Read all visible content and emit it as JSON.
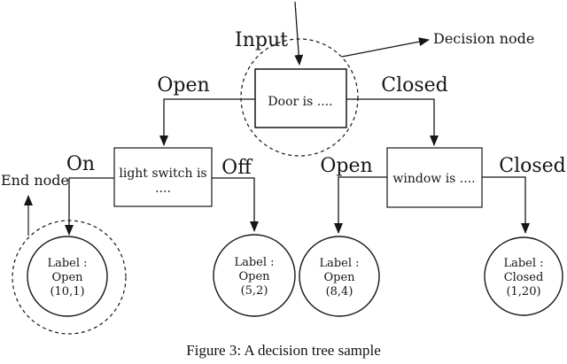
{
  "caption": "Figure 3: A decision tree sample",
  "annotations": {
    "input": "Input",
    "decision_node": "Decision node",
    "end_node": "End node"
  },
  "nodes": {
    "door": {
      "label": "Door is ...."
    },
    "light_switch": {
      "label_line1": "light switch is",
      "label_line2": "...."
    },
    "window": {
      "label": "window is ...."
    }
  },
  "edges": {
    "door_open": "Open",
    "door_closed": "Closed",
    "switch_on": "On",
    "switch_off": "Off",
    "window_open": "Open",
    "window_closed": "Closed"
  },
  "leaves": {
    "switch_on": {
      "line1": "Label :",
      "line2": "Open",
      "line3": "(10,1)"
    },
    "switch_off": {
      "line1": "Label :",
      "line2": "Open",
      "line3": "(5,2)"
    },
    "window_open": {
      "line1": "Label :",
      "line2": "Open",
      "line3": "(8,4)"
    },
    "window_closed": {
      "line1": "Label :",
      "line2": "Closed",
      "line3": "(1,20)"
    }
  },
  "colors": {
    "ink": "#161616",
    "background": "#ffffff"
  }
}
